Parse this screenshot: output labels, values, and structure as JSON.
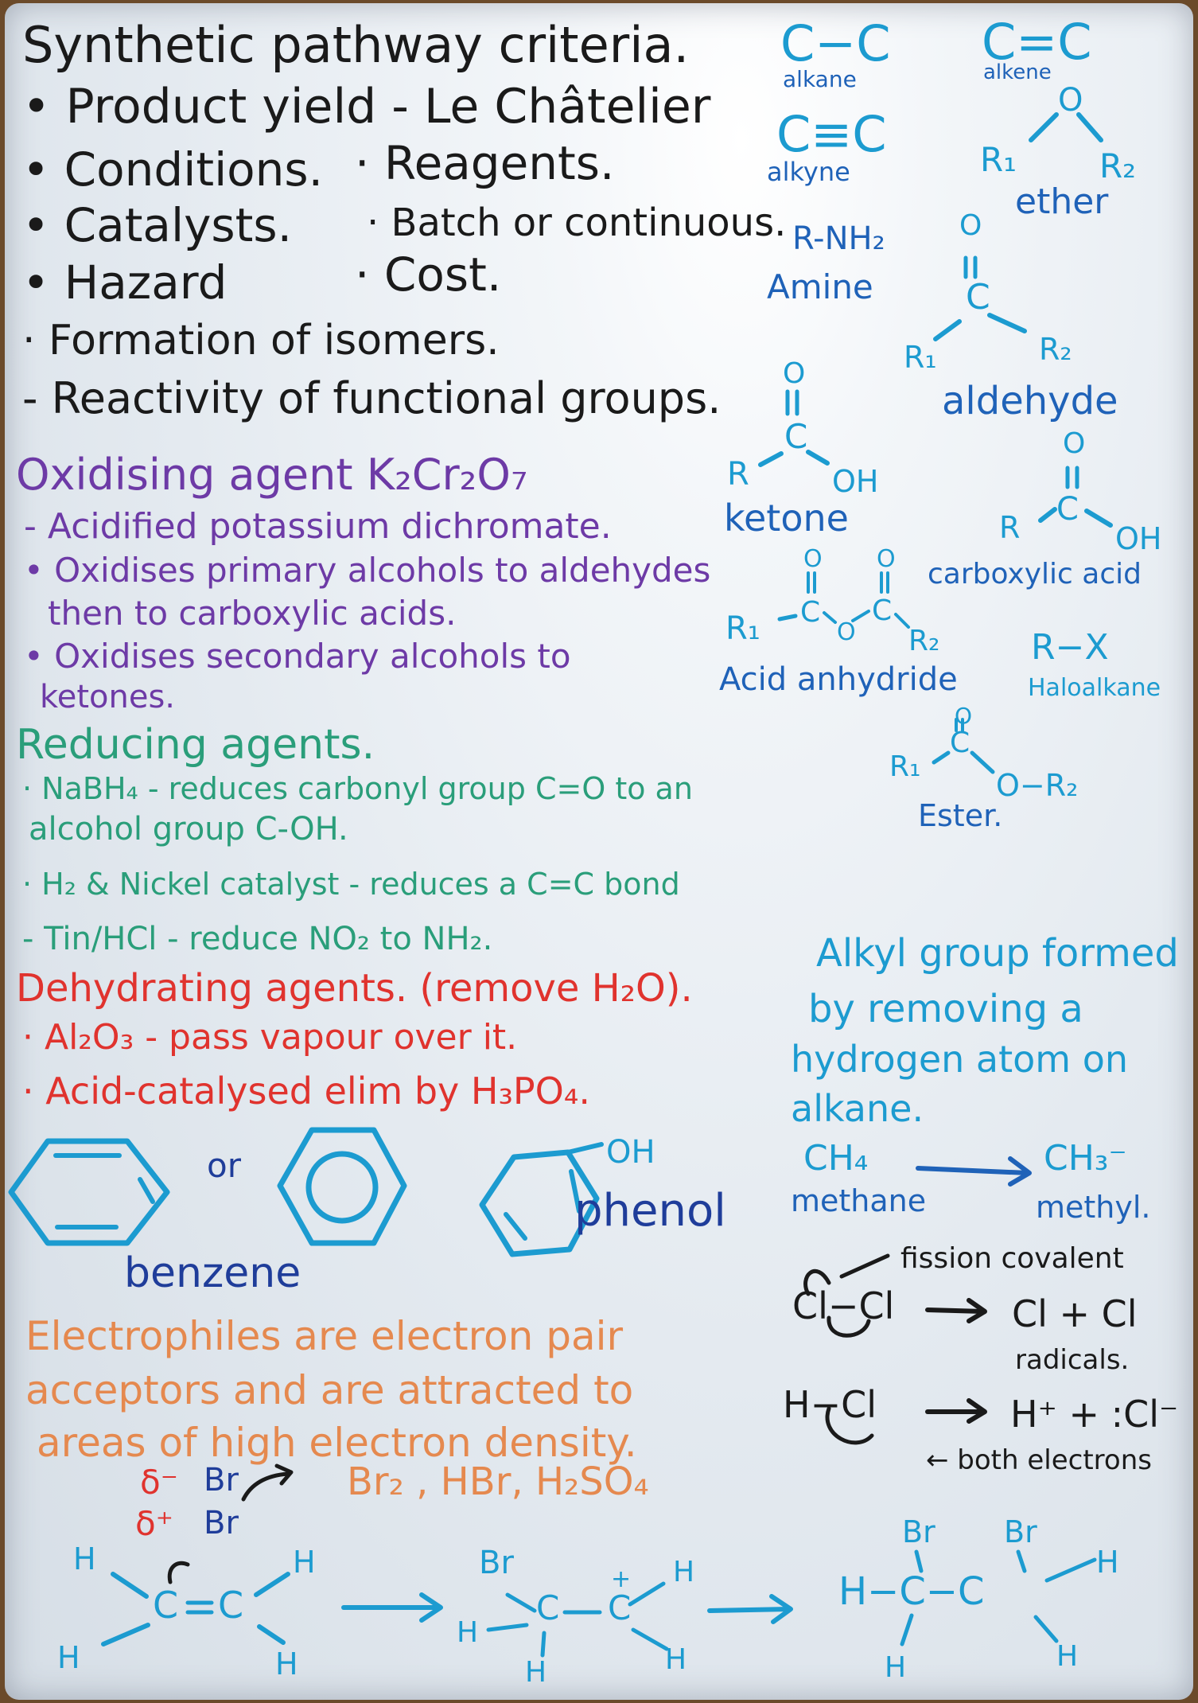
{
  "whiteboard": {
    "black_notes": {
      "title": "Synthetic pathway criteria.",
      "items": [
        "• Product yield - Le Châtelier",
        "• Conditions.",
        "· Reagents.",
        "• Catalysts.",
        "· Batch or continuous.",
        "• Hazard",
        "· Cost.",
        "· Formation of isomers.",
        "- Reactivity of functional groups."
      ]
    },
    "oxidising": {
      "heading": "Oxidising agent  K₂Cr₂O₇",
      "lines": [
        "- Acidified potassium dichromate.",
        "• Oxidises primary alcohols to aldehydes",
        "then to carboxylic acids.",
        "• Oxidises secondary alcohols to",
        "ketones."
      ]
    },
    "reducing": {
      "heading": "Reducing agents.",
      "lines": [
        "· NaBH₄ - reduces carbonyl group C=O to an",
        "alcohol group C-OH.",
        "· H₂ & Nickel catalyst - reduces a C=C bond",
        "- Tin/HCl - reduce NO₂ to NH₂."
      ]
    },
    "dehydrating": {
      "heading": "Dehydrating agents. (remove H₂O).",
      "lines": [
        "· Al₂O₃ - pass vapour over it.",
        "· Acid-catalysed elim by H₃PO₄."
      ]
    },
    "functional_groups": {
      "alkane": {
        "formula": "C−C",
        "name": "alkane"
      },
      "alkene": {
        "formula": "C=C",
        "name": "alkene"
      },
      "alkyne": {
        "formula": "C≡C",
        "name": "alkyne"
      },
      "ether": {
        "r1": "R₁",
        "o": "O",
        "r2": "R₂",
        "name": "ether"
      },
      "amine": {
        "formula": "R-NH₂",
        "name": "Amine"
      },
      "aldehyde": {
        "o": "O",
        "c": "C",
        "r1": "R₁",
        "r2": "R₂",
        "name": "aldehyde"
      },
      "ketone": {
        "o": "O",
        "c": "C",
        "r": "R",
        "oh": "OH",
        "name": "ketone"
      },
      "carboxylic": {
        "o": "O",
        "c": "C",
        "r": "R",
        "oh": "OH",
        "name": "carboxylic acid"
      },
      "anhydride": {
        "r1": "R₁",
        "c": "C",
        "o": "O",
        "r2": "R₂",
        "name": "Acid anhydride"
      },
      "haloalkane": {
        "formula": "R−X",
        "name": "Haloalkane"
      },
      "ester": {
        "o": "O",
        "c": "C",
        "r1": "R₁",
        "or2": "O−R₂",
        "name": "Ester."
      }
    },
    "alkyl": {
      "lines": [
        "Alkyl group formed",
        "by removing a",
        "hydrogen atom on",
        "alkane."
      ],
      "ch4": "CH₄",
      "ch3": "CH₃⁻",
      "methane": "methane",
      "methyl": "methyl."
    },
    "fission": {
      "label": "fission covalent",
      "homo_left": "Cl−Cl",
      "homo_right": "Cl + Cl",
      "radicals": "radicals.",
      "hetero_left": "H−Cl",
      "hetero_right": "H⁺ + :Cl⁻",
      "both": "← both electrons"
    },
    "benzene": {
      "or": "or",
      "oh": "OH",
      "phenol": "phenol",
      "name": "benzene"
    },
    "electrophiles": {
      "lines": [
        "Electrophiles are electron pair",
        "acceptors and are attracted to",
        "areas of high electron density."
      ],
      "examples": "Br₂ , HBr, H₂SO₄"
    },
    "mechanism": {
      "delta_minus": "δ⁻",
      "delta_plus": "δ⁺",
      "br1": "Br",
      "br2": "Br",
      "h": "H",
      "c": "C",
      "plus": "+",
      "step3_left": "H−C−C",
      "br": "Br"
    }
  },
  "colors": {
    "black": "#1a1a1a",
    "purple": "#6d3aa6",
    "green": "#2a9e7a",
    "red": "#e0332e",
    "orange": "#e5894f",
    "teal": "#1c9bd0",
    "blue": "#1f62b8",
    "frame": "#6b4a2a"
  }
}
